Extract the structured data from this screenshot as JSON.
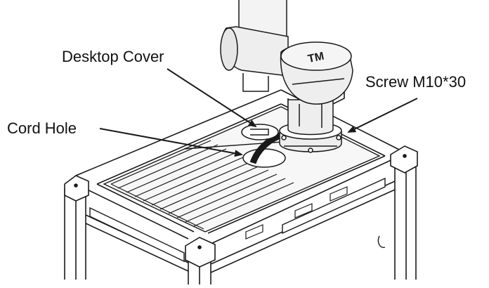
{
  "labels": {
    "desktop_cover": "Desktop Cover",
    "screw": "Screw M10*30",
    "cord_hole": "Cord Hole"
  },
  "robot_logo_text": "TM",
  "colors": {
    "line": "#1a1a1a",
    "background": "#ffffff",
    "panel_fill": "#f7f7f7",
    "arm_fill": "#eeeeee",
    "shadow": "#cfcfcf"
  }
}
